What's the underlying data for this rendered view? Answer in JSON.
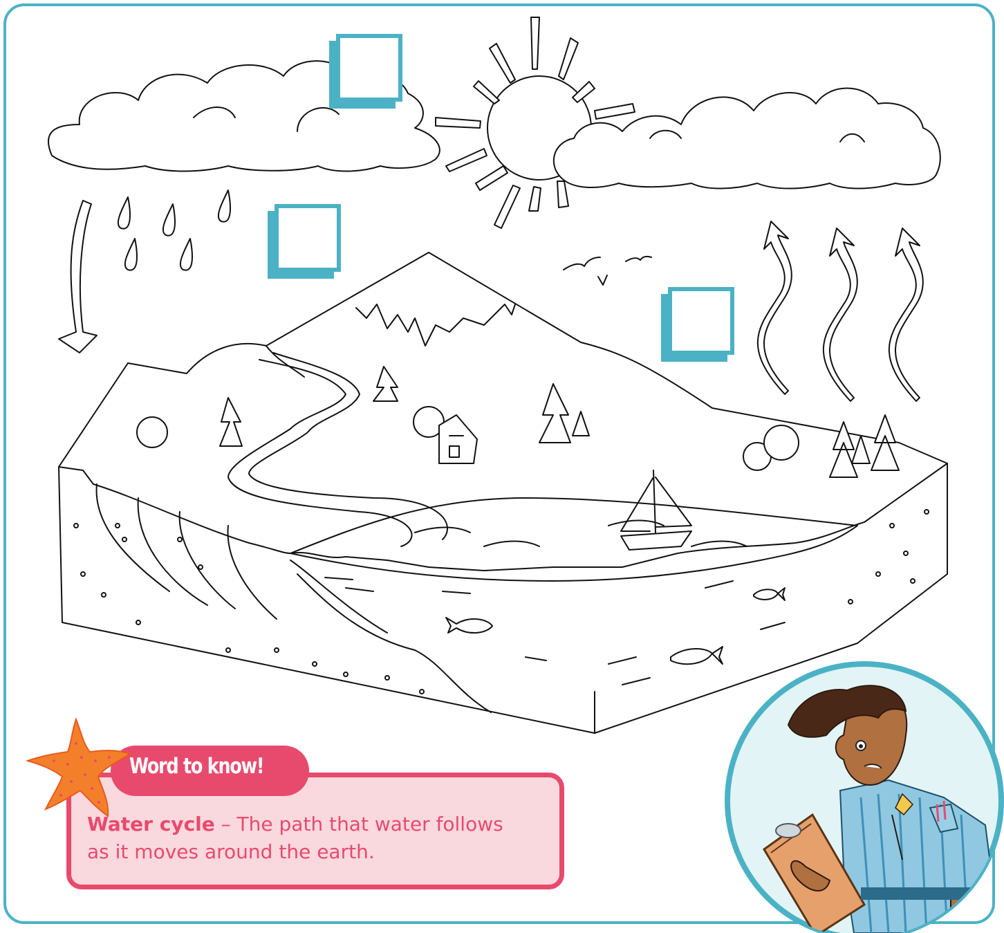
{
  "diagram": {
    "answer_boxes": [
      {
        "label": "",
        "stage": "condensation"
      },
      {
        "label": "",
        "stage": "precipitation"
      },
      {
        "label": "",
        "stage": "evaporation"
      }
    ]
  },
  "word_to_know": {
    "title": "Word to know!",
    "term": "Water cycle",
    "definition": " – The path that water follows as it moves around the earth."
  },
  "colors": {
    "accent_teal": "#4bb2c5",
    "accent_pink": "#e84a6d",
    "card_fill": "#f9d8de",
    "starfish": "#f47f2b"
  }
}
